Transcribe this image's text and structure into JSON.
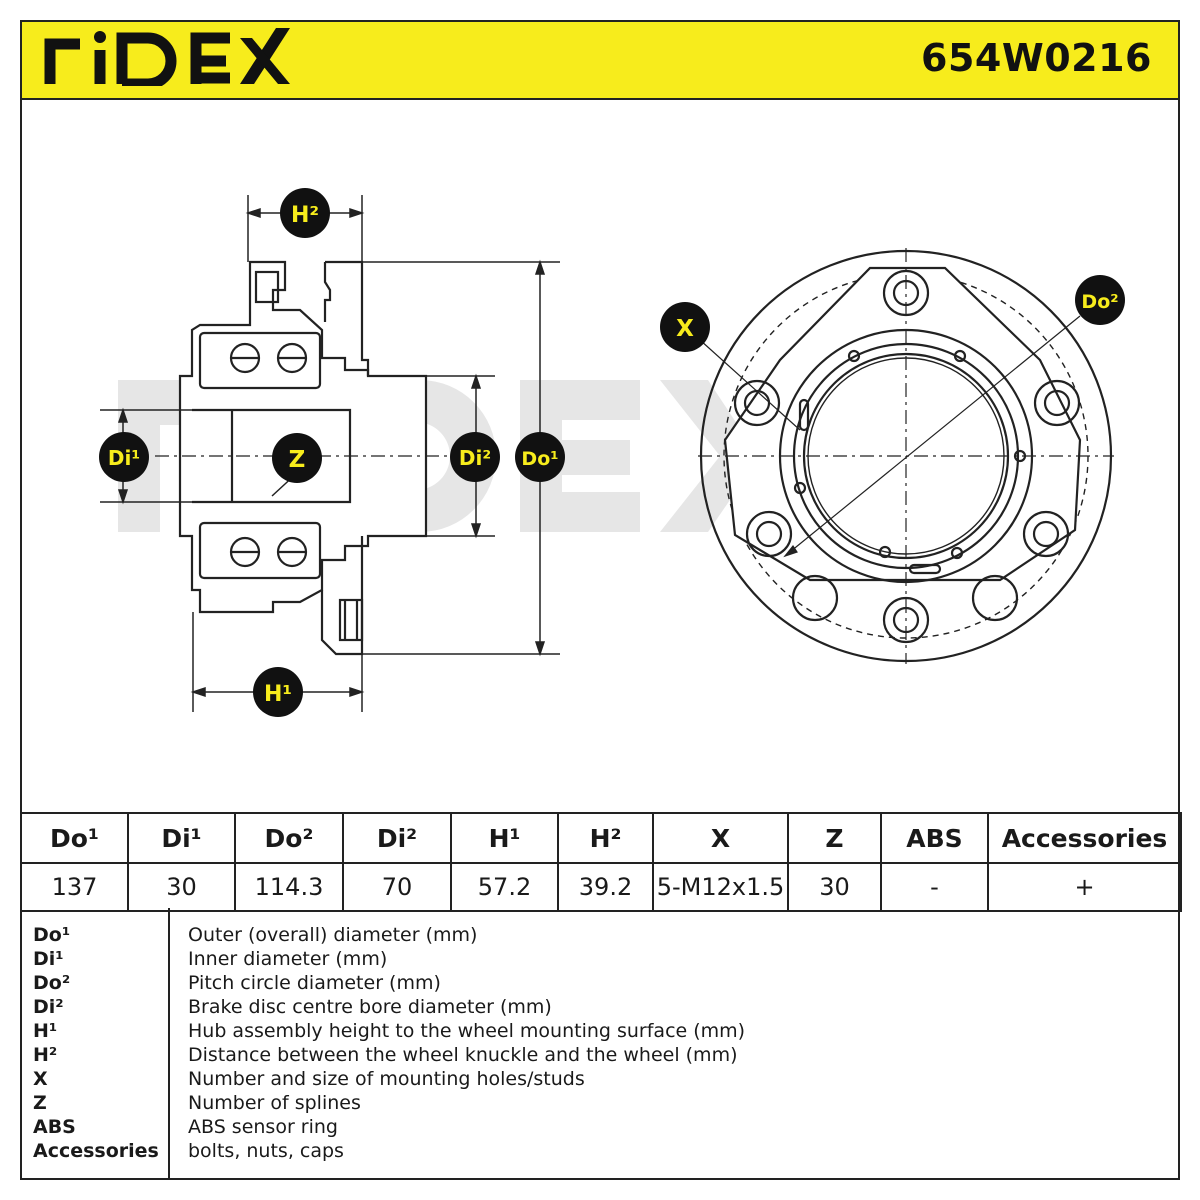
{
  "brand": "RIDEX",
  "part_number": "654W0216",
  "watermark": "RIDEX",
  "colors": {
    "accent": "#f7ec1c",
    "line": "#222222",
    "watermark": "#e6e6e6"
  },
  "callouts": {
    "h2": "H²",
    "h1": "H¹",
    "di1": "Di¹",
    "z_side": "Z",
    "di2": "Di²",
    "do1": "Do¹",
    "x": "X",
    "do2": "Do²"
  },
  "table": {
    "headers": [
      "Do¹",
      "Di¹",
      "Do²",
      "Di²",
      "H¹",
      "H²",
      "X",
      "Z",
      "ABS",
      "Accessories"
    ],
    "values": [
      "137",
      "30",
      "114.3",
      "70",
      "57.2",
      "39.2",
      "5-M12x1.5",
      "30",
      "-",
      "+"
    ]
  },
  "legend": [
    {
      "abbr": "Do¹",
      "desc": "Outer (overall) diameter (mm)"
    },
    {
      "abbr": "Di¹",
      "desc": "Inner diameter (mm)"
    },
    {
      "abbr": "Do²",
      "desc": "Pitch circle diameter (mm)"
    },
    {
      "abbr": "Di²",
      "desc": "Brake disc centre bore diameter (mm)"
    },
    {
      "abbr": "H¹",
      "desc": "Hub assembly height to the wheel mounting surface (mm)"
    },
    {
      "abbr": "H²",
      "desc": "Distance between the wheel knuckle and the wheel (mm)"
    },
    {
      "abbr": "X",
      "desc": "Number and size of mounting holes/studs"
    },
    {
      "abbr": "Z",
      "desc": "Number of splines"
    },
    {
      "abbr": "ABS",
      "desc": "ABS sensor ring"
    },
    {
      "abbr": "Accessories",
      "desc": "bolts, nuts, caps"
    }
  ]
}
